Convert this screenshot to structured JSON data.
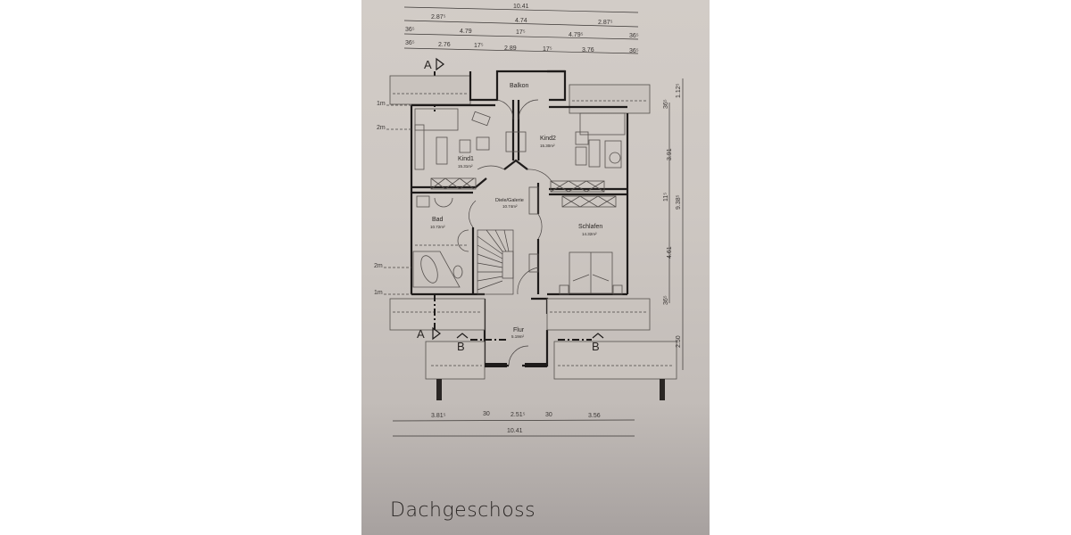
{
  "drawing": {
    "title": "Dachgeschoss",
    "paper_color": "#cdc7c2",
    "line_color": "#1e1b1a"
  },
  "rooms": [
    {
      "name": "Balkon",
      "area": ""
    },
    {
      "name": "Kind1",
      "area": "15.31m²"
    },
    {
      "name": "Kind2",
      "area": "15.30m²"
    },
    {
      "name": "Diele/Galerie",
      "area": "10.74m²"
    },
    {
      "name": "Bad",
      "area": "10.72m²"
    },
    {
      "name": "Schlafen",
      "area": "14.32m²"
    },
    {
      "name": "Flur",
      "area": "5.19m²"
    }
  ],
  "section_markers": {
    "a_top": "A",
    "a_bottom": "A",
    "b_left": "B",
    "b_right": "B"
  },
  "height_marks": {
    "left_1m_top": "1m",
    "left_2m_top": "2m",
    "left_2m_bottom": "2m",
    "left_1m_bottom": "1m"
  },
  "dimensions_top": {
    "row1": [
      "10.41"
    ],
    "row2": [
      "2.87⁵",
      "4.74",
      "2.87⁵"
    ],
    "row3": [
      "36⁵",
      "4.79",
      "17⁵",
      "4.79⁵",
      "36⁵"
    ],
    "row4": [
      "36⁵",
      "2.76",
      "17⁵",
      "2.89",
      "17⁵",
      "3.76",
      "36⁵"
    ]
  },
  "dimensions_right": {
    "inner": [
      "36⁵",
      "3.91",
      "11⁵",
      "4.61",
      "36⁵"
    ],
    "outer": [
      "1.12⁵",
      "9.38⁵",
      "2.50"
    ]
  },
  "dimensions_bottom": {
    "row1": [
      "3.81⁵",
      "30",
      "2.51⁵",
      "30",
      "3.56"
    ],
    "row2": [
      "10.41"
    ]
  }
}
